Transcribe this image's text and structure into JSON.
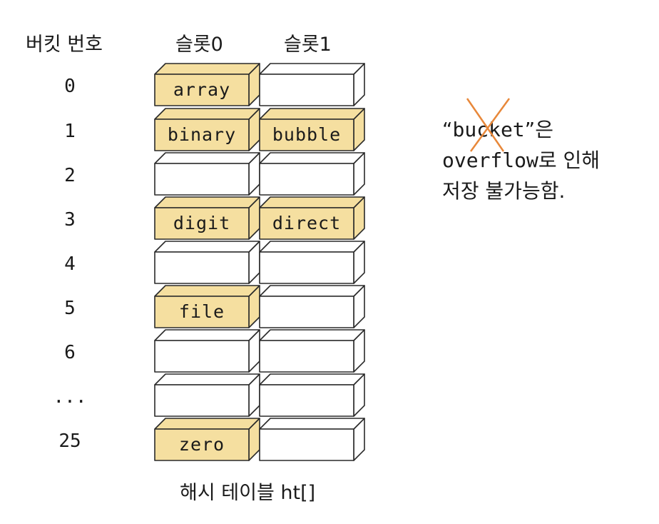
{
  "headers": {
    "bucket_number": "버킷 번호",
    "slot0": "슬롯0",
    "slot1": "슬롯1"
  },
  "rows": [
    {
      "bucket": "0",
      "slot0": "array",
      "slot1": ""
    },
    {
      "bucket": "1",
      "slot0": "binary",
      "slot1": "bubble"
    },
    {
      "bucket": "2",
      "slot0": "",
      "slot1": ""
    },
    {
      "bucket": "3",
      "slot0": "digit",
      "slot1": "direct"
    },
    {
      "bucket": "4",
      "slot0": "",
      "slot1": ""
    },
    {
      "bucket": "5",
      "slot0": "file",
      "slot1": ""
    },
    {
      "bucket": "6",
      "slot0": "",
      "slot1": ""
    },
    {
      "bucket": "...",
      "slot0": "",
      "slot1": ""
    },
    {
      "bucket": "25",
      "slot0": "zero",
      "slot1": ""
    }
  ],
  "caption": "해시 테이블 ht[]",
  "note": {
    "open_quote": "“",
    "word": "bucket",
    "close_quote": "”",
    "line1_suffix": "은",
    "line2_mono": "overflow",
    "line2_suffix": "로 인해",
    "line3": "저장 불가능함."
  },
  "colors": {
    "filled": "#f5dfa0",
    "empty": "#ffffff",
    "stroke": "#2a2a2a",
    "cross": "#e8883a"
  }
}
